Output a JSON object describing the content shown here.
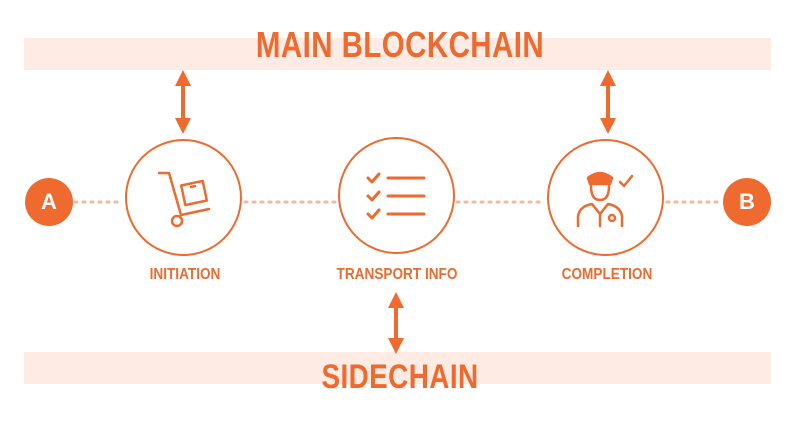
{
  "diagram": {
    "main_chain": {
      "title": "MAIN BLOCKCHAIN"
    },
    "side_chain": {
      "title": "SIDECHAIN"
    },
    "endpoints": {
      "start": "A",
      "end": "B"
    },
    "steps": [
      {
        "label": "INITIATION",
        "icon": "hand-truck-box-icon"
      },
      {
        "label": "TRANSPORT INFO",
        "icon": "checklist-icon"
      },
      {
        "label": "COMPLETION",
        "icon": "officer-check-icon"
      }
    ],
    "colors": {
      "accent": "#ee6a2e",
      "band": "#fdebe4",
      "dots": "#f6b79a"
    }
  }
}
